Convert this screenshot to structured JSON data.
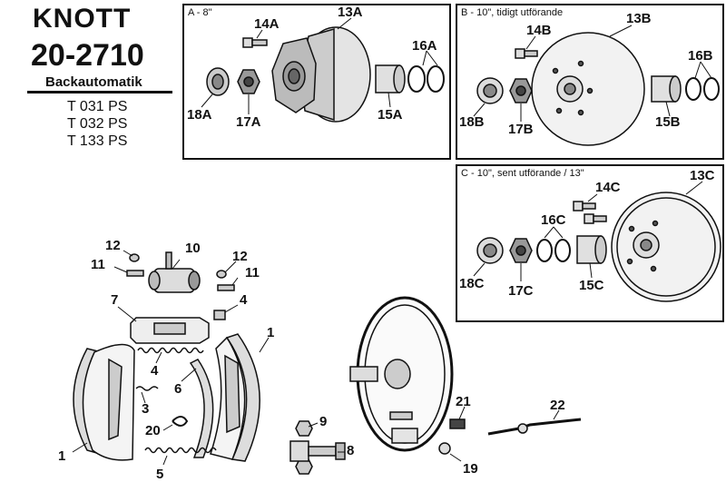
{
  "header": {
    "brand": "KNOTT",
    "model": "20-2710",
    "subtitle": "Backautomatik",
    "variants": [
      "T 031 PS",
      "T 032 PS",
      "T 133 PS"
    ]
  },
  "panels": {
    "a": {
      "title": "A - 8\"",
      "labels": {
        "p13": "13A",
        "p14": "14A",
        "p16": "16A",
        "p18": "18A",
        "p17": "17A",
        "p15": "15A"
      }
    },
    "b": {
      "title": "B - 10\", tidigt utförande",
      "labels": {
        "p13": "13B",
        "p14": "14B",
        "p16": "16B",
        "p18": "18B",
        "p17": "17B",
        "p15": "15B"
      }
    },
    "c": {
      "title": "C - 10\", sent utförande / 13\"",
      "labels": {
        "p13": "13C",
        "p14": "14C",
        "p16": "16C",
        "p18": "18C",
        "p17": "17C",
        "p15": "15C"
      }
    }
  },
  "parts": {
    "p1a": "1",
    "p1b": "1",
    "p3": "3",
    "p4a": "4",
    "p4b": "4",
    "p5": "5",
    "p6": "6",
    "p7": "7",
    "p8": "8",
    "p9": "9",
    "p10": "10",
    "p11a": "11",
    "p11b": "11",
    "p12a": "12",
    "p12b": "12",
    "p19": "19",
    "p20": "20",
    "p21": "21",
    "p22": "22"
  }
}
